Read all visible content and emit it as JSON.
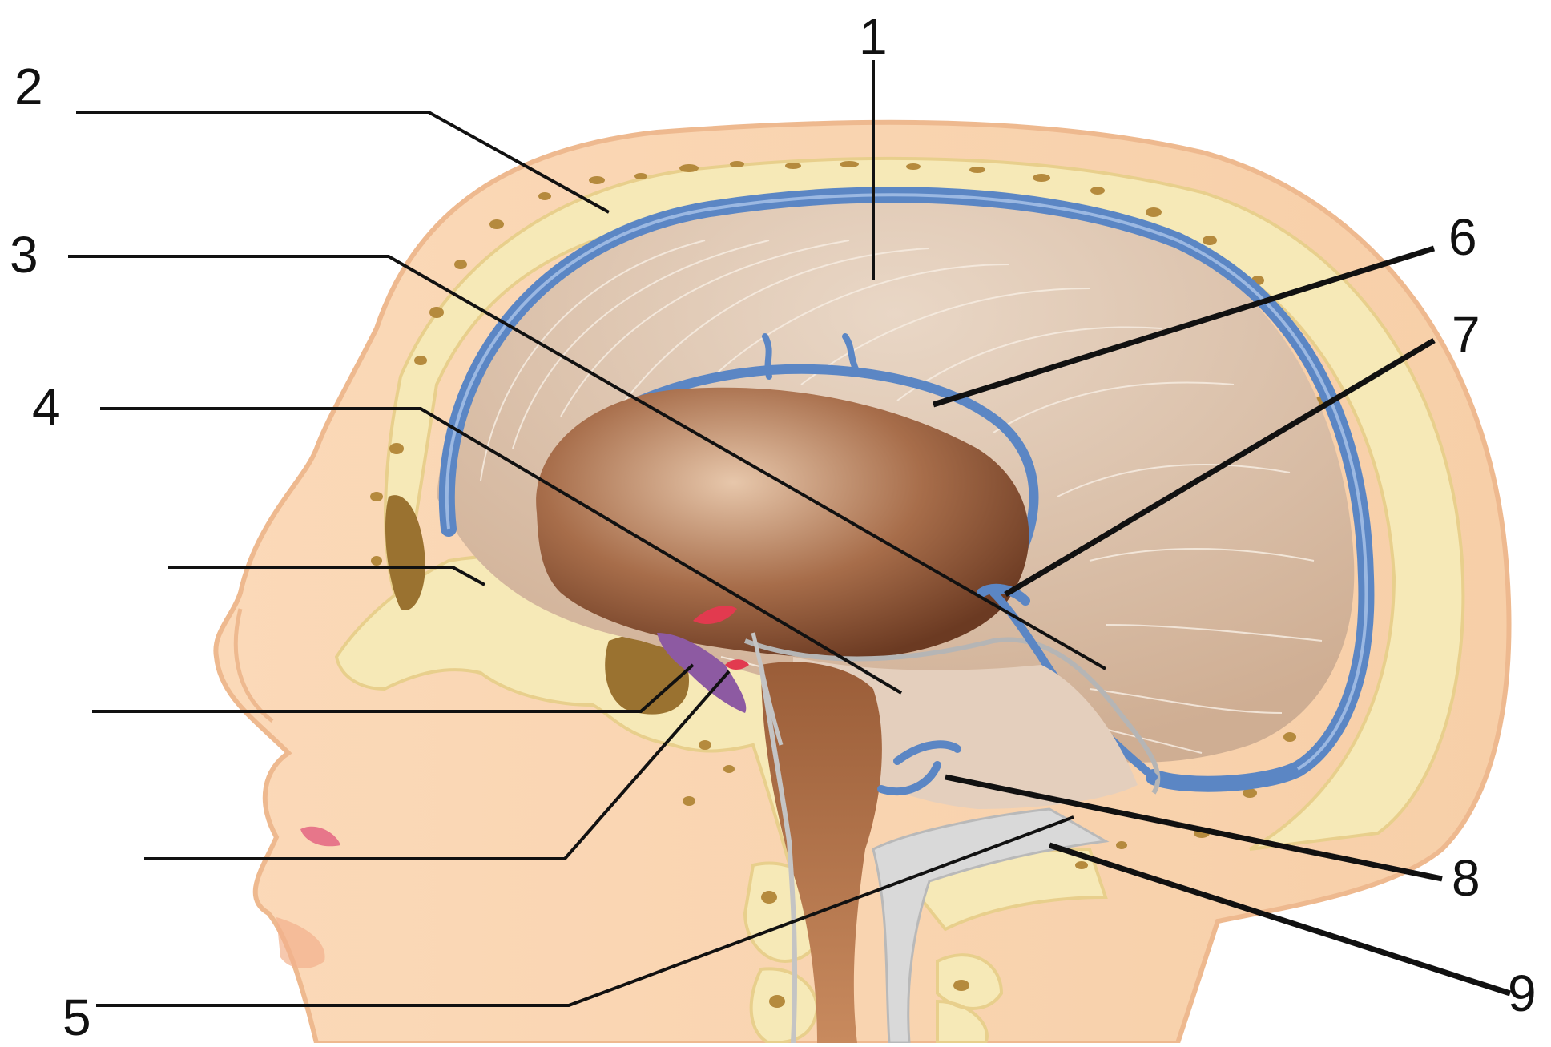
{
  "labels": [
    {
      "id": "1",
      "text": "1"
    },
    {
      "id": "2",
      "text": "2"
    },
    {
      "id": "3",
      "text": "3"
    },
    {
      "id": "4",
      "text": "4"
    },
    {
      "id": "5",
      "text": "5"
    },
    {
      "id": "6",
      "text": "6"
    },
    {
      "id": "7",
      "text": "7"
    },
    {
      "id": "8",
      "text": "8"
    },
    {
      "id": "9",
      "text": "9"
    }
  ],
  "unlabeled_leaders": 3,
  "colors": {
    "skin": "#f9d7b5",
    "skin_edge": "#eeb98f",
    "bone": "#f6e9b7",
    "bone_spot": "#b58a3d",
    "dura_sinus": "#5b86c4",
    "brain_fibers": "#ddc7b2",
    "brain_cut": "#b98968",
    "artery": "#e23a4f",
    "leader": "#111111"
  }
}
